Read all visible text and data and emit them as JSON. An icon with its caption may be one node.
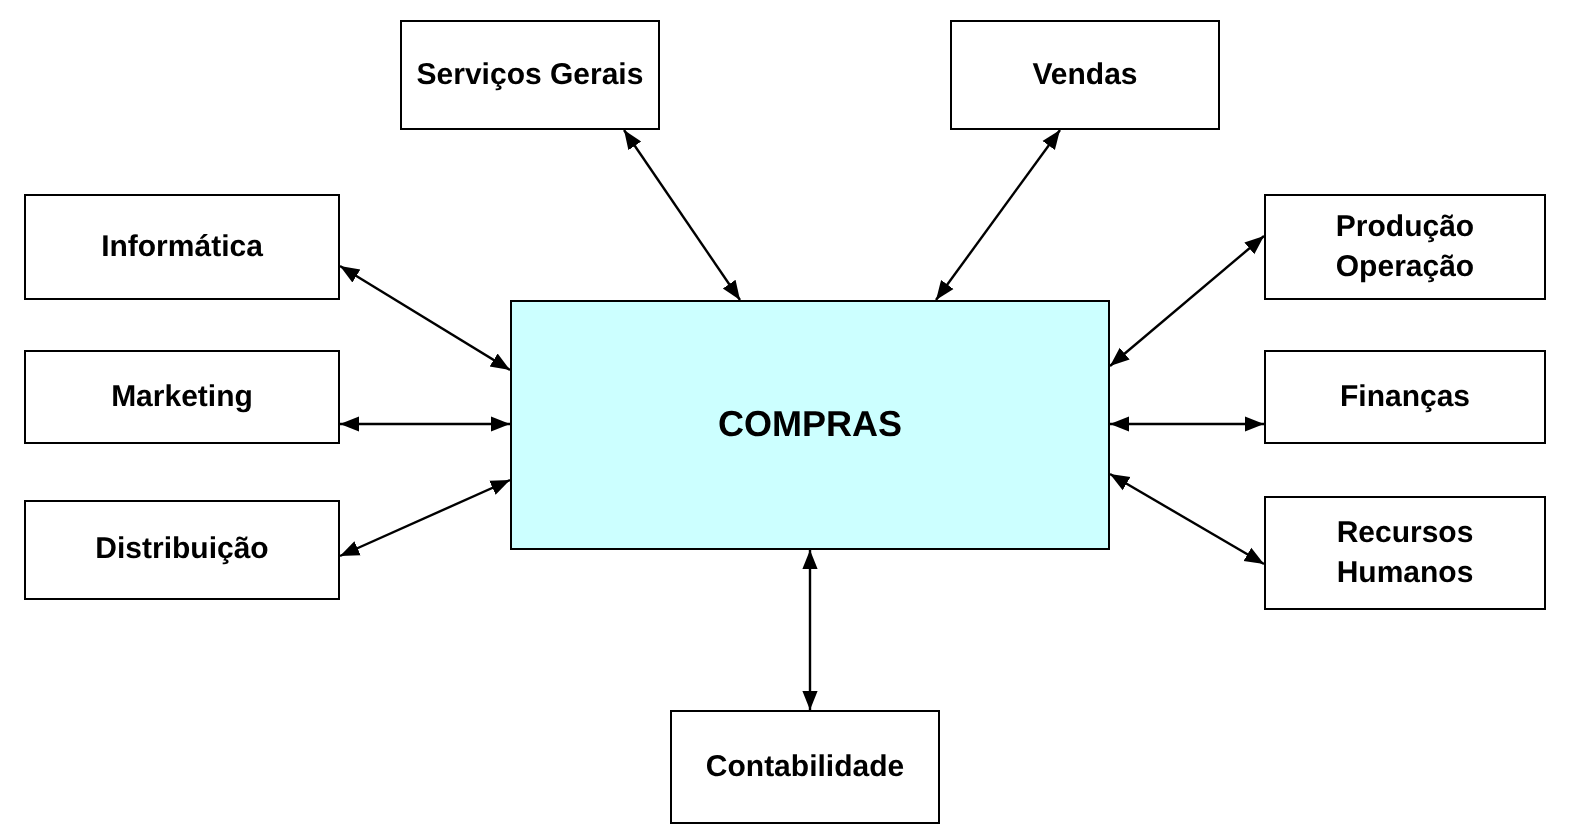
{
  "diagram": {
    "nodes": [
      {
        "text": [
          "Serviços Gerais"
        ]
      },
      {
        "text": [
          "Vendas"
        ]
      },
      {
        "text": [
          "Informática"
        ]
      },
      {
        "text": [
          "Produção Operação"
        ]
      },
      {
        "text": [
          "Marketing"
        ]
      },
      {
        "text": [
          "COMPRAS"
        ]
      },
      {
        "text": [
          "Finanças"
        ]
      },
      {
        "text": [
          "Distribuição"
        ]
      },
      {
        "text": [
          "Recursos Humanos"
        ]
      },
      {
        "text": [
          "Contabilidade"
        ]
      }
    ],
    "edges": [
      {
        "from": 5,
        "to": 0,
        "arrow": "both"
      },
      {
        "from": 5,
        "to": 1,
        "arrow": "both"
      },
      {
        "from": 5,
        "to": 2,
        "arrow": "both"
      },
      {
        "from": 5,
        "to": 3,
        "arrow": "both"
      },
      {
        "from": 5,
        "to": 4,
        "arrow": "both"
      },
      {
        "from": 5,
        "to": 6,
        "arrow": "both"
      },
      {
        "from": 5,
        "to": 7,
        "arrow": "both"
      },
      {
        "from": 5,
        "to": 8,
        "arrow": "both"
      },
      {
        "from": 5,
        "to": 9,
        "arrow": "both"
      }
    ]
  }
}
